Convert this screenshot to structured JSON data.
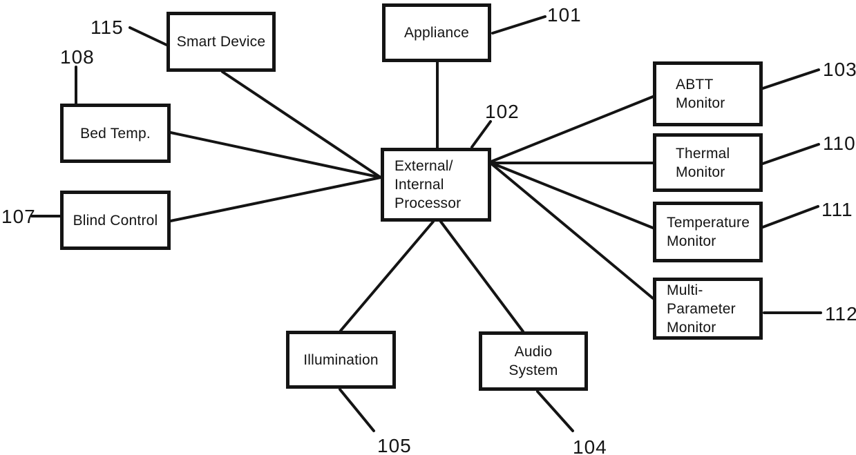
{
  "colors": {
    "ink": "#141414",
    "paper": "#ffffff"
  },
  "nodes": {
    "appliance": {
      "label": "Appliance",
      "ref": "101"
    },
    "processor": {
      "label": "External/\nInternal\nProcessor",
      "ref": "102"
    },
    "smart_device": {
      "label": "Smart Device",
      "ref": "115"
    },
    "bed_temp": {
      "label": "Bed Temp.",
      "ref": "108"
    },
    "blind_control": {
      "label": "Blind Control",
      "ref": "107"
    },
    "abtt_monitor": {
      "label": "ABTT\nMonitor",
      "ref": "103"
    },
    "thermal_monitor": {
      "label": "Thermal\nMonitor",
      "ref": "110"
    },
    "temperature_monitor": {
      "label": "Temperature\nMonitor",
      "ref": "111"
    },
    "multi_parameter_monitor": {
      "label": "Multi-\nParameter\nMonitor",
      "ref": "112"
    },
    "illumination": {
      "label": "Illumination",
      "ref": "105"
    },
    "audio_system": {
      "label": "Audio\nSystem",
      "ref": "104"
    }
  }
}
